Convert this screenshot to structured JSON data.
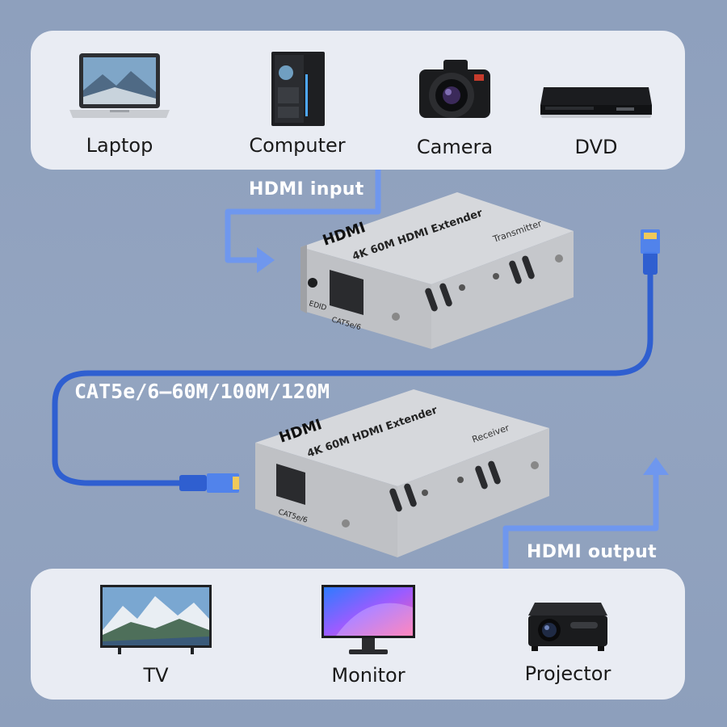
{
  "sources": [
    {
      "label": "Laptop",
      "icon": "laptop-icon"
    },
    {
      "label": "Computer",
      "icon": "computer-icon"
    },
    {
      "label": "Camera",
      "icon": "camera-icon"
    },
    {
      "label": "DVD",
      "icon": "dvd-player-icon"
    }
  ],
  "displays": [
    {
      "label": "TV",
      "icon": "tv-icon"
    },
    {
      "label": "Monitor",
      "icon": "monitor-icon"
    },
    {
      "label": "Projector",
      "icon": "projector-icon"
    }
  ],
  "flow": {
    "input_label": "HDMI input",
    "output_label": "HDMI output",
    "cable_label": "CAT5e/6—60M/100M/120M"
  },
  "transmitter": {
    "logo": "HDMI",
    "model": "4K 60M HDMI Extender",
    "role": "Transmitter",
    "port_label": "CAT5e/6",
    "button_label": "EDID"
  },
  "receiver": {
    "logo": "HDMI",
    "model": "4K 60M HDMI Extender",
    "role": "Receiver",
    "port_label": "CAT5e/6"
  },
  "colors": {
    "background": "#8ea0bd",
    "panel": "#e9ecf3",
    "arrow": "#6f97ee",
    "cable": "#2f5fd0",
    "device_body": "#c7c9cd"
  }
}
